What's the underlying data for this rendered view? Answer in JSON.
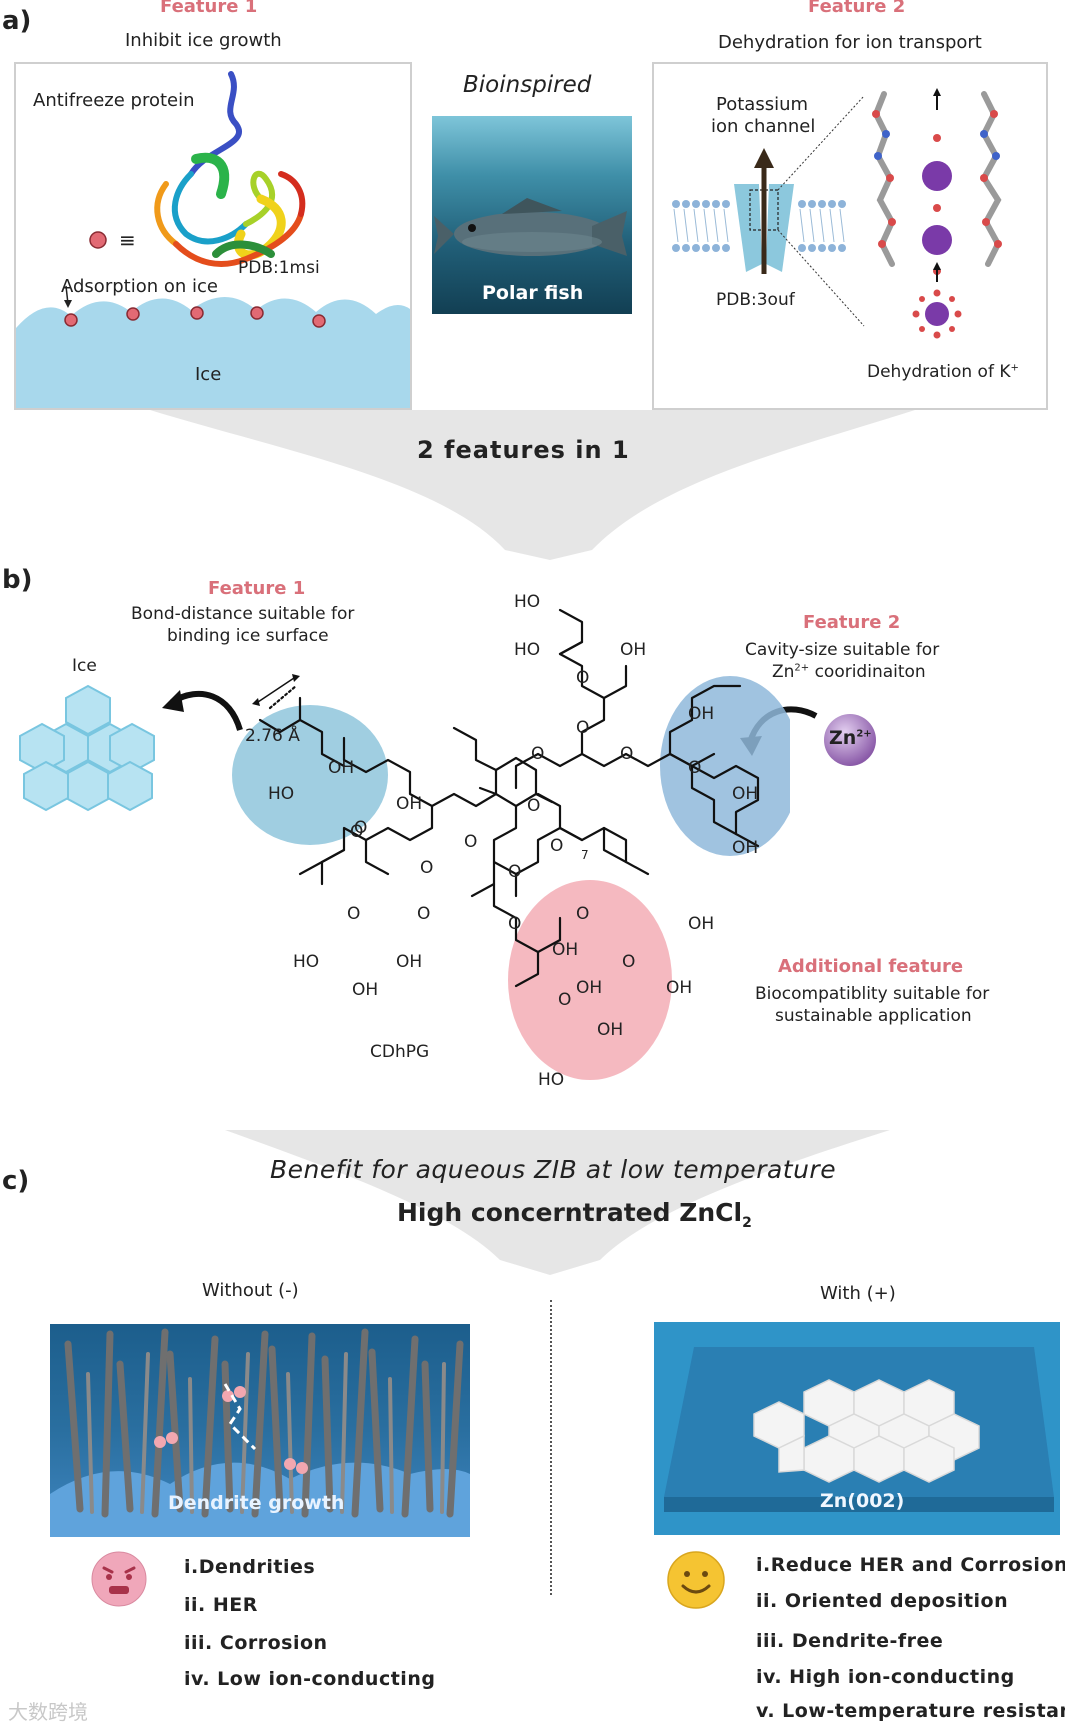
{
  "panel_a": {
    "letter": "a)",
    "feature1_title": "Feature 1",
    "feature1_subtitle": "Inhibit ice growth",
    "antifreeze_label": "Antifreeze protein",
    "equiv_symbol": "≡",
    "pdb1": "PDB:1msi",
    "adsorption_label": "Adsorption on ice",
    "ice_label": "Ice",
    "bioinspired_label": "Bioinspired",
    "polar_fish_label": "Polar fish",
    "feature2_title": "Feature 2",
    "feature2_subtitle": "Dehydration for ion transport",
    "potassium_label_1": "Potassium",
    "potassium_label_2": "ion channel",
    "pdb2": "PDB:3ouf",
    "dehydration_label": "Dehydration of K",
    "dehydration_sup": "+"
  },
  "merge_label": "2  features  in  1",
  "panel_b": {
    "letter": "b)",
    "feature1_title": "Feature 1",
    "feature1_desc_1": "Bond-distance suitable for",
    "feature1_desc_2": "binding ice surface",
    "ice_label": "Ice",
    "distance_label": "2.76 Å",
    "feature2_title": "Feature 2",
    "feature2_desc_1": "Cavity-size suitable for",
    "feature2_desc_2a": "Zn",
    "feature2_desc_2sup": "2+",
    "feature2_desc_2b": " cooridinaiton",
    "zn_label": "Zn",
    "zn_sup": "2+",
    "additional_title": "Additional feature",
    "additional_desc_1": "Biocompatiblity suitable for",
    "additional_desc_2": "sustainable application",
    "molecule_name": "CDhPG",
    "repeat_sub": "7",
    "groups": {
      "ho": "HO",
      "oh": "OH",
      "o": "O"
    }
  },
  "panel_c": {
    "letter": "c)",
    "benefit_title": "Benefit  for  aqueous  ZIB  at  low  temperature",
    "concentration_title": "High concerntrated ZnCl",
    "concentration_sub": "2",
    "without_label": "Without (-)",
    "with_label": "With (+)",
    "dendrite_caption": "Dendrite growth",
    "zn002_caption": "Zn(002)",
    "without_items": [
      "i.Dendrities",
      "ii. HER",
      "iii. Corrosion",
      "iv. Low ion-conducting"
    ],
    "with_items": [
      "i.Reduce HER and Corrosion",
      "ii. Oriented deposition",
      "iii. Dendrite-free",
      "iv. High ion-conducting",
      "v. Low-temperature resistance"
    ]
  },
  "watermark": "大数跨境",
  "colors": {
    "feature_pink": "#d9707a",
    "ice_blue": "#a8d8ec",
    "oval_blue": "#9fc8e0",
    "oval_pink": "#f2b6bd",
    "arrow_gray": "#d8d8d8"
  }
}
